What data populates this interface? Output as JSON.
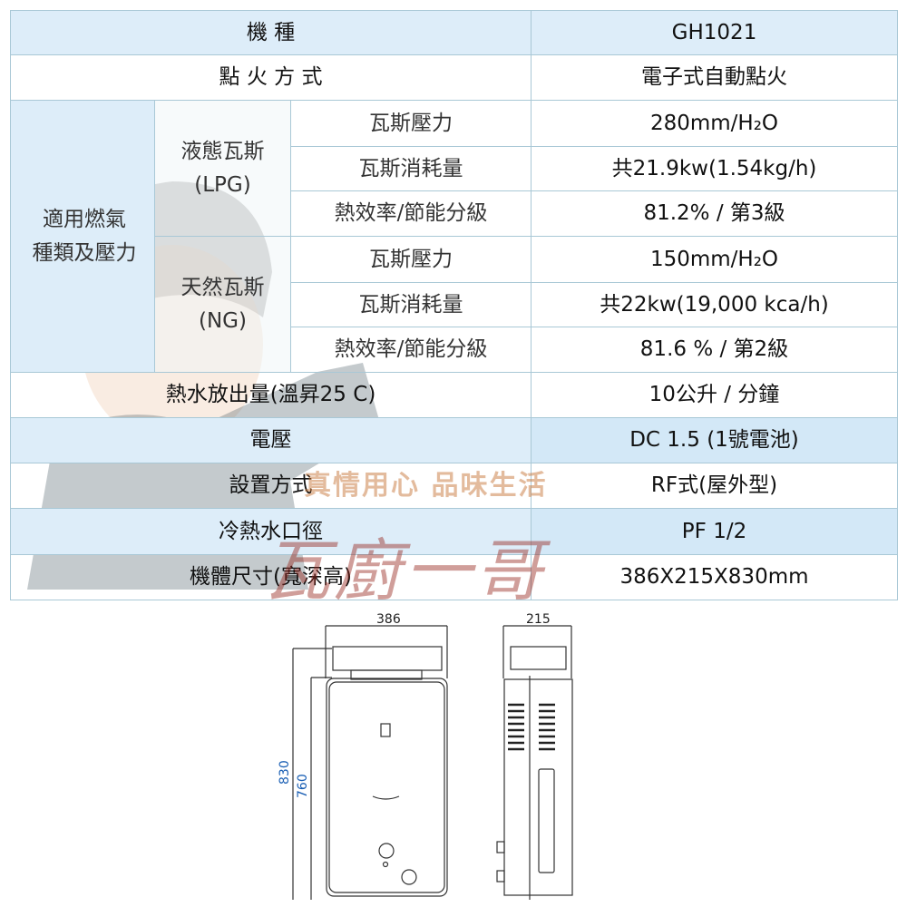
{
  "table": {
    "model": {
      "label": "機 種",
      "value": "GH1021"
    },
    "ignition": {
      "label": "點 火 方 式",
      "value": "電子式自動點火"
    },
    "gas_group_label": "適用燃氣\n種類及壓力",
    "lpg": {
      "name": "液態瓦斯",
      "code": "(LPG)",
      "rows": [
        {
          "label": "瓦斯壓力",
          "value": "280mm/H₂O"
        },
        {
          "label": "瓦斯消耗量",
          "value": "共21.9kw(1.54kg/h)"
        },
        {
          "label": "熱效率/節能分級",
          "value": "81.2% / 第3級"
        }
      ]
    },
    "ng": {
      "name": "天然瓦斯",
      "code": "(NG)",
      "rows": [
        {
          "label": "瓦斯壓力",
          "value": "150mm/H₂O"
        },
        {
          "label": "瓦斯消耗量",
          "value": "共22kw(19,000 kca/h)"
        },
        {
          "label": "熱效率/節能分級",
          "value": "81.6 % / 第2級"
        }
      ]
    },
    "hot_water": {
      "label": "熱水放出量(溫昇25 C)",
      "value": "10公升 / 分鐘"
    },
    "voltage": {
      "label": "電壓",
      "value": "DC 1.5 (1號電池)"
    },
    "install": {
      "label": "設置方式",
      "value": "RF式(屋外型)"
    },
    "pipe": {
      "label": "冷熱水口徑",
      "value": "PF 1/2"
    },
    "size": {
      "label": "機體尺寸(寬深高)",
      "value": "386X215X830mm"
    }
  },
  "watermark": {
    "logo": "瓦廚一哥",
    "slogan": "真情用心 品味生活"
  },
  "diagram": {
    "width": "386",
    "depth": "215",
    "height_total": "830",
    "height_body": "760"
  }
}
